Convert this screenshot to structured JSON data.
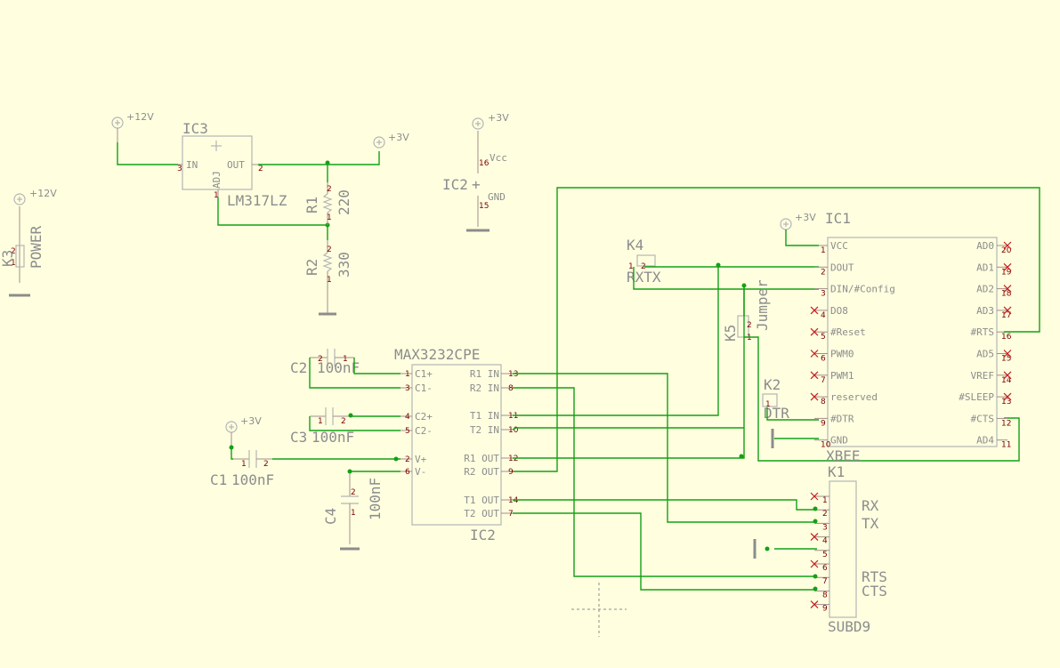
{
  "supplies": {
    "v12": "+12V",
    "v3": "+3V"
  },
  "components": {
    "ic3": {
      "ref": "IC3",
      "value": "LM317LZ",
      "pins": {
        "in": "IN",
        "out": "OUT",
        "adj": "ADJ"
      }
    },
    "r1": {
      "ref": "R1",
      "value": "220"
    },
    "r2": {
      "ref": "R2",
      "value": "330"
    },
    "k3": {
      "ref": "K3",
      "value": "POWER"
    },
    "ic2_power": {
      "ref": "IC2",
      "vcc": "Vcc",
      "gnd": "GND"
    },
    "max": {
      "value": "MAX3232CPE",
      "ref": "IC2"
    },
    "c1": {
      "ref": "C1",
      "value": "100nF"
    },
    "c2": {
      "ref": "C2",
      "value": "100nF"
    },
    "c3": {
      "ref": "C3",
      "value": "100nF"
    },
    "c4": {
      "ref": "C4",
      "value": "100nF"
    },
    "k4": {
      "ref": "K4",
      "value": "RXTX"
    },
    "k5": {
      "ref": "K5",
      "value": "Jumper"
    },
    "k2": {
      "ref": "K2",
      "value": "DTR"
    },
    "ic1": {
      "ref": "IC1",
      "value": "XBEE"
    },
    "k1": {
      "ref": "K1",
      "value": "SUBD9"
    }
  },
  "max_pins_left": [
    {
      "num": "1",
      "label": "C1+"
    },
    {
      "num": "3",
      "label": "C1-"
    },
    {
      "num": "4",
      "label": "C2+"
    },
    {
      "num": "5",
      "label": "C2-"
    },
    {
      "num": "2",
      "label": "V+"
    },
    {
      "num": "6",
      "label": "V-"
    }
  ],
  "max_pins_right": [
    {
      "num": "13",
      "label": "R1 IN"
    },
    {
      "num": "8",
      "label": "R2 IN"
    },
    {
      "num": "11",
      "label": "T1 IN"
    },
    {
      "num": "10",
      "label": "T2 IN"
    },
    {
      "num": "12",
      "label": "R1 OUT"
    },
    {
      "num": "9",
      "label": "R2 OUT"
    },
    {
      "num": "14",
      "label": "T1 OUT"
    },
    {
      "num": "7",
      "label": "T2 OUT"
    }
  ],
  "xbee_pins_left": [
    {
      "num": "1",
      "label": "VCC"
    },
    {
      "num": "2",
      "label": "DOUT"
    },
    {
      "num": "3",
      "label": "DIN/#Config"
    },
    {
      "num": "4",
      "label": "DO8"
    },
    {
      "num": "5",
      "label": "#Reset"
    },
    {
      "num": "6",
      "label": "PWM0"
    },
    {
      "num": "7",
      "label": "PWM1"
    },
    {
      "num": "8",
      "label": "reserved"
    },
    {
      "num": "9",
      "label": "#DTR"
    },
    {
      "num": "10",
      "label": "GND"
    }
  ],
  "xbee_pins_right": [
    {
      "num": "20",
      "label": "AD0"
    },
    {
      "num": "19",
      "label": "AD1"
    },
    {
      "num": "18",
      "label": "AD2"
    },
    {
      "num": "17",
      "label": "AD3"
    },
    {
      "num": "16",
      "label": "#RTS"
    },
    {
      "num": "15",
      "label": "AD5"
    },
    {
      "num": "14",
      "label": "VREF"
    },
    {
      "num": "13",
      "label": "#SLEEP"
    },
    {
      "num": "12",
      "label": "#CTS"
    },
    {
      "num": "11",
      "label": "AD4"
    }
  ],
  "subd9_pins": [
    "1",
    "2",
    "3",
    "4",
    "5",
    "6",
    "7",
    "8",
    "9"
  ],
  "subd9_labels": {
    "rx": "RX",
    "tx": "TX",
    "rts": "RTS",
    "cts": "CTS"
  },
  "small_pin_numbers": {
    "one": "1",
    "two": "2",
    "three": "3",
    "sixteen": "16",
    "fifteen": "15"
  },
  "colors": {
    "background": "#ffffe0",
    "wire": "#14a014",
    "component": "#b4b4b4",
    "label": "#8c8c8c",
    "pin_number": "#7a0000",
    "no_connect": "#c81e1e"
  }
}
